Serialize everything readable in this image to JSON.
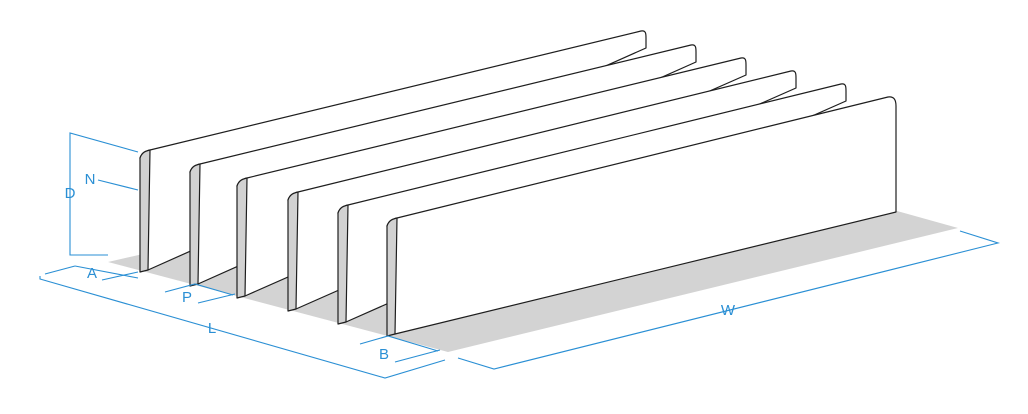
{
  "labels": {
    "N": "N",
    "D": "D",
    "A": "A",
    "P": "P",
    "L": "L",
    "B": "B",
    "W": "W"
  },
  "colors": {
    "dimension": "#2a8fd4",
    "base": "#d3d3d3",
    "fin_edge": "#d2d2d2",
    "outline": "#1e1e1e"
  },
  "fin_count": 6
}
